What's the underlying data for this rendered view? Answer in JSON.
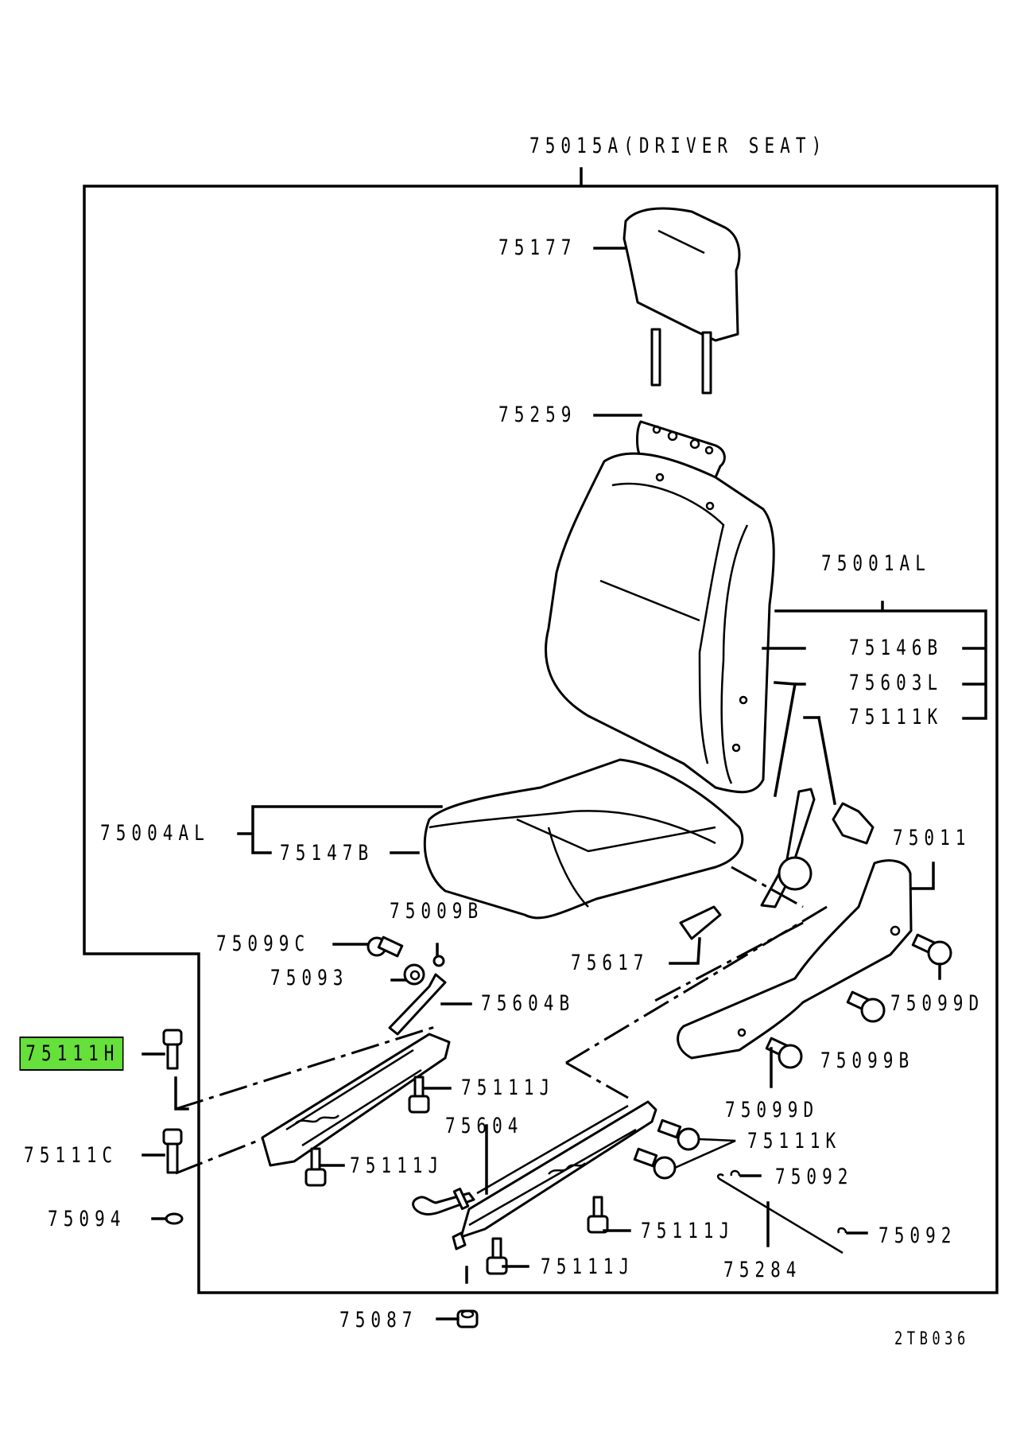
{
  "diagram": {
    "title_label": "75015A(DRIVER SEAT)",
    "figure_code": "2TB036",
    "highlight_color": "#66e03a",
    "highlighted_part": "75111H",
    "labels": {
      "headrest": "75177",
      "headrest_guide": "75259",
      "seatback_assy": "75001AL",
      "seatback_cover": "75146B",
      "recliner": "75603L",
      "recliner_bolt": "75111K",
      "cushion_assy": "75004AL",
      "cushion_cover": "75147B",
      "side_cover": "75011",
      "side_screw_d1": "75099D",
      "side_screw_b": "75099B",
      "side_screw_d2": "75099D",
      "clip_b": "75009B",
      "screw_c": "75099C",
      "bushing": "75093",
      "lever_knob": "75617",
      "link_b": "75604B",
      "bolt_h": "75111H",
      "bolt_j1": "75111J",
      "slide_rail": "75604",
      "bolt_c": "75111C",
      "bolt_j2": "75111J",
      "rail_bolt_k": "75111K",
      "clip_92a": "75092",
      "washer": "75094",
      "bolt_j3": "75111J",
      "clip_92b": "75092",
      "bolt_j4": "75111J",
      "wire": "75284",
      "nut": "75087"
    }
  }
}
